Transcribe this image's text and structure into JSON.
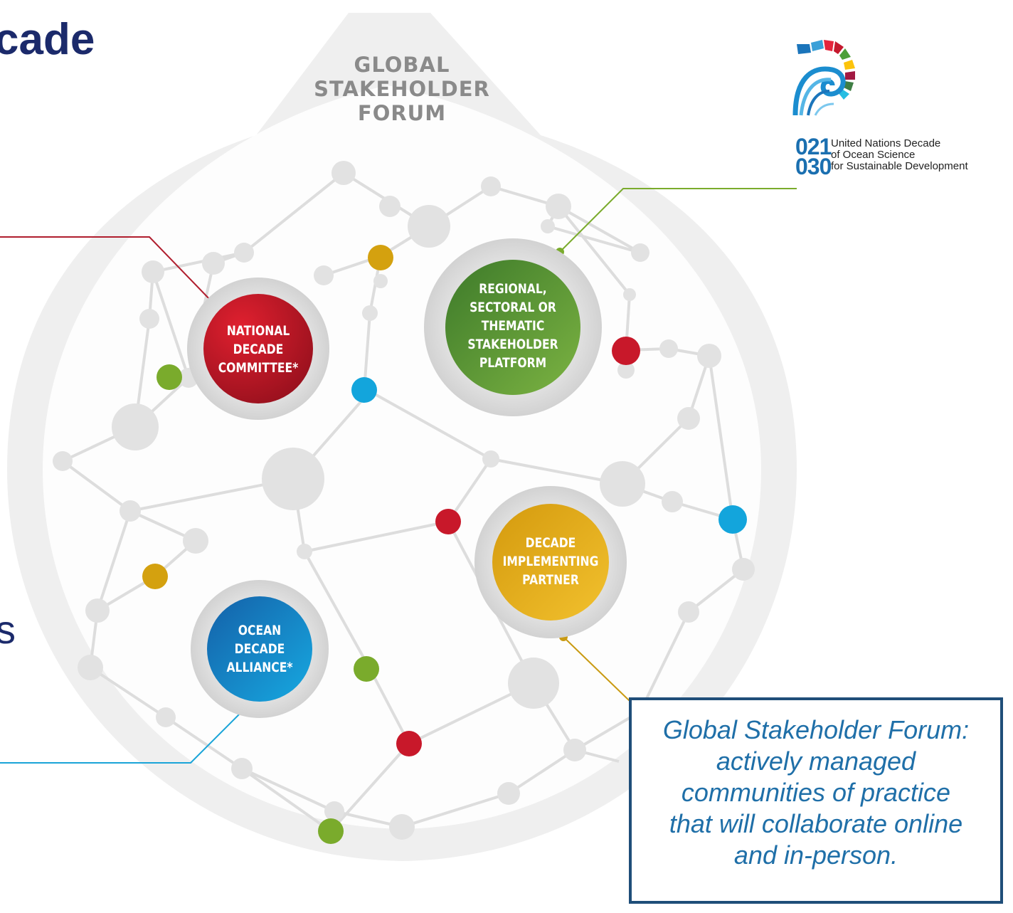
{
  "header": {
    "title_visible": "cade",
    "left_cut_letter": "s"
  },
  "forum": {
    "label_lines": [
      "GLOBAL",
      "STAKEHOLDER",
      "FORUM"
    ],
    "colors": {
      "drop": "#eeeeee",
      "network": "#dcdcdc",
      "label": "#8a8a8a"
    }
  },
  "nodes": {
    "national": {
      "lines": [
        "NATIONAL",
        "DECADE",
        "COMMITTEE*"
      ],
      "color_light": "#e0202f",
      "color_dark": "#9a111e"
    },
    "regional": {
      "lines": [
        "REGIONAL,",
        "SECTORAL OR",
        "THEMATIC",
        "STAKEHOLDER",
        "PLATFORM"
      ],
      "color_light": "#7cb342",
      "color_dark": "#3d7a2a"
    },
    "implementing": {
      "lines": [
        "DECADE",
        "IMPLEMENTING",
        "PARTNER"
      ],
      "color_light": "#f2c12e",
      "color_dark": "#d49a0e"
    },
    "alliance": {
      "lines": [
        "OCEAN",
        "DECADE",
        "ALLIANCE*"
      ],
      "color_light": "#17a9e1",
      "color_dark": "#1460a8"
    }
  },
  "accent_dots": [
    {
      "color": "#d4a10f"
    },
    {
      "color": "#7aab2c"
    },
    {
      "color": "#13a5dc"
    },
    {
      "color": "#c8182a"
    },
    {
      "color": "#c8182a"
    },
    {
      "color": "#13a5dc"
    },
    {
      "color": "#d4a10f"
    },
    {
      "color": "#7aab2c"
    },
    {
      "color": "#c8182a"
    },
    {
      "color": "#7aab2c"
    }
  ],
  "logo": {
    "years": [
      "021",
      "030"
    ],
    "text_lines": [
      "United Nations Decade",
      "of Ocean Science",
      "for Sustainable Development"
    ],
    "icon": "un-ocean-decade-wave-icon"
  },
  "callout": {
    "lines": [
      "Global Stakeholder Forum:",
      "actively managed",
      "communities of practice",
      "that will collaborate online",
      "and in-person."
    ]
  },
  "connector_colors": {
    "national": "#b01e2e",
    "regional": "#7aab2c",
    "alliance": "#1aa4d8",
    "implementing": "#c99a12"
  }
}
